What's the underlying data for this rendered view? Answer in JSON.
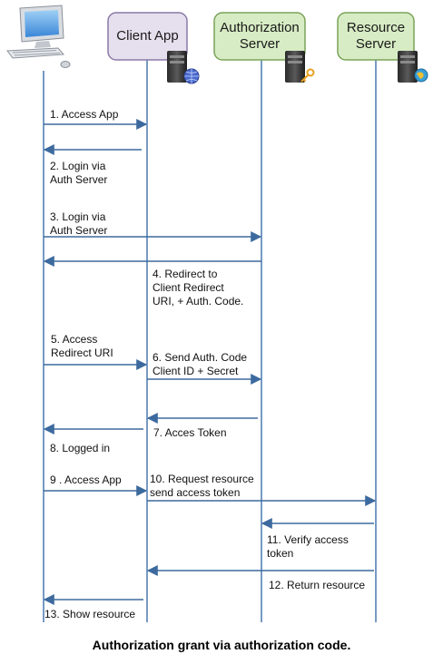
{
  "actors": {
    "user": {
      "icon": "desktop-computer-icon"
    },
    "client_app": {
      "label": "Client App",
      "fill": "#e6e0ee",
      "border": "#8a7aa8",
      "icon": "server-globe-icon"
    },
    "auth_server": {
      "label_line1": "Authorization",
      "label_line2": "Server",
      "fill": "#d7ecc4",
      "border": "#7aa35a",
      "icon": "server-key-icon"
    },
    "resource_server": {
      "label_line1": "Resource",
      "label_line2": "Server",
      "fill": "#d7ecc4",
      "border": "#7aa35a",
      "icon": "server-globe-icon"
    }
  },
  "colors": {
    "lifeline": "#4a79b0",
    "arrow": "#3d6a9e"
  },
  "messages": [
    {
      "line1": "1. Access App",
      "line2": ""
    },
    {
      "line1": "2. Login via",
      "line2": "Auth Server"
    },
    {
      "line1": "3. Login via",
      "line2": "Auth Server"
    },
    {
      "line1": "4. Redirect to",
      "line2": "Client Redirect",
      "line3": "URI, + Auth. Code."
    },
    {
      "line1": "5. Access",
      "line2": "Redirect URI"
    },
    {
      "line1": "6. Send Auth. Code",
      "line2": "Client ID + Secret"
    },
    {
      "line1": "7. Acces Token",
      "line2": ""
    },
    {
      "line1": "8. Logged in",
      "line2": ""
    },
    {
      "line1": "9 . Access App",
      "line2": ""
    },
    {
      "line1": "10. Request resource",
      "line2": "send access token"
    },
    {
      "line1": "11. Verify access",
      "line2": "token"
    },
    {
      "line1": "12. Return resource",
      "line2": ""
    },
    {
      "line1": "13. Show resource",
      "line2": ""
    }
  ],
  "caption": "Authorization grant via authorization code."
}
